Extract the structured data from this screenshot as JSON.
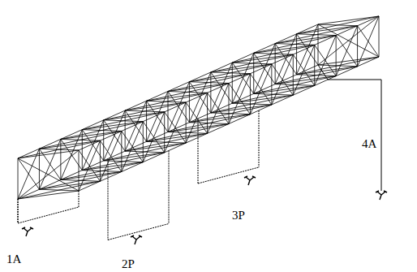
{
  "diagram": {
    "labels": [
      "1A",
      "2P",
      "3P",
      "4A"
    ]
  }
}
